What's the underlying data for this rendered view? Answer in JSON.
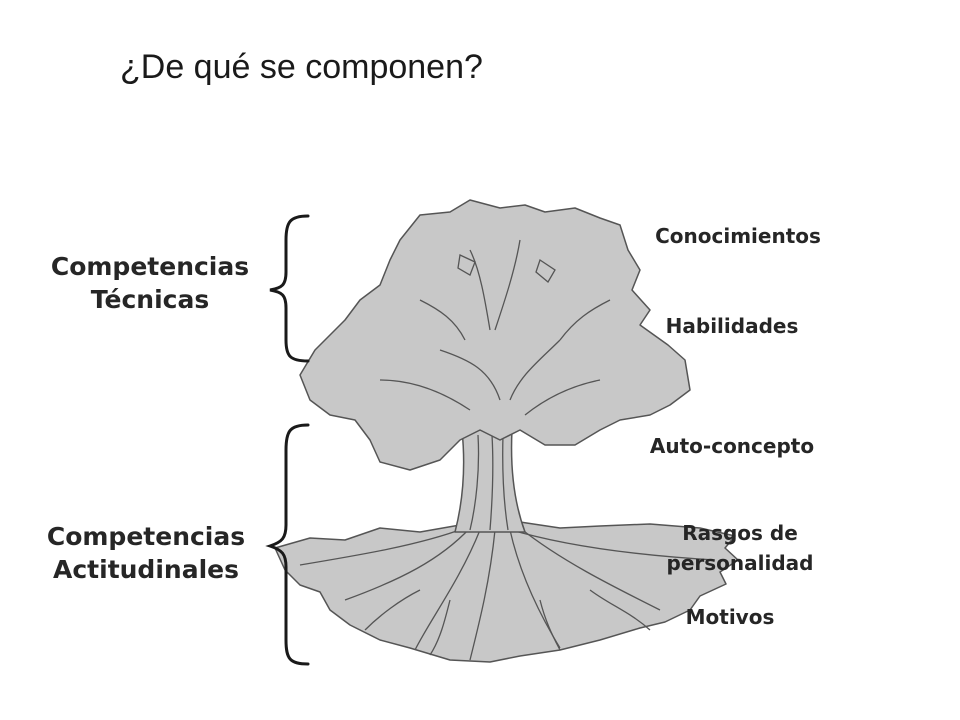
{
  "title": "¿De qué se componen?",
  "groups": [
    {
      "lines": [
        "Competencias",
        "Técnicas"
      ]
    },
    {
      "lines": [
        "Competencias",
        "Actitudinales"
      ]
    }
  ],
  "layers": [
    {
      "lines": [
        "Conocimientos"
      ]
    },
    {
      "lines": [
        "Habilidades"
      ]
    },
    {
      "lines": [
        "Auto-concepto"
      ]
    },
    {
      "lines": [
        "Rasgos de",
        "personalidad"
      ]
    },
    {
      "lines": [
        "Motivos"
      ]
    }
  ],
  "colors": {
    "tree_fill": "#c8c8c8",
    "tree_stroke": "#555555",
    "text": "#262626",
    "brace": "#1a1a1a"
  }
}
